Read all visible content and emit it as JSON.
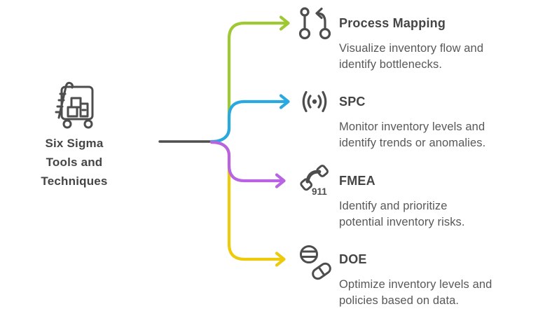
{
  "diagram": {
    "root": {
      "label": "Six Sigma\nTools and\nTechniques",
      "icon": "inventory-cart-icon"
    },
    "items": [
      {
        "label": "Process Mapping",
        "description": "Visualize inventory flow and\nidentify bottlenecks.",
        "icon": "process-branch-icon",
        "color": "#9fc933"
      },
      {
        "label": "SPC",
        "description": "Monitor inventory levels and\nidentify trends or anomalies.",
        "icon": "signal-radio-icon",
        "color": "#29a9e0"
      },
      {
        "label": "FMEA",
        "description": "Identify and prioritize\npotential inventory risks.",
        "icon": "emergency-call-icon",
        "icon_badge": "911",
        "color": "#b763e3"
      },
      {
        "label": "DOE",
        "description": "Optimize inventory levels and\npolicies based on data.",
        "icon": "pills-icon",
        "color": "#eeca0c"
      }
    ],
    "colors": {
      "connector_gray": "#4f4f4f",
      "icon_stroke": "#4d4d4d",
      "heading_text": "#454545",
      "description_text": "#585858",
      "background": "#ffffff"
    }
  }
}
